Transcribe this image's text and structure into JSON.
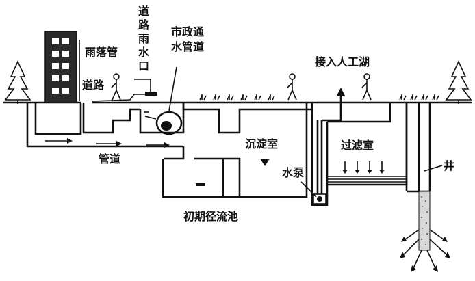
{
  "labels": {
    "rain_downpipe": "雨落管",
    "road_inlet": "道路雨水口",
    "road": "道路",
    "municipal_pipe": "市政通水管道",
    "to_lake": "接入人工湖",
    "pipe": "管道",
    "settling_chamber": "沉淀室",
    "filter_chamber": "过滤室",
    "pump": "水泵",
    "well": "井",
    "initial_runoff_pool": "初期径流池"
  }
}
